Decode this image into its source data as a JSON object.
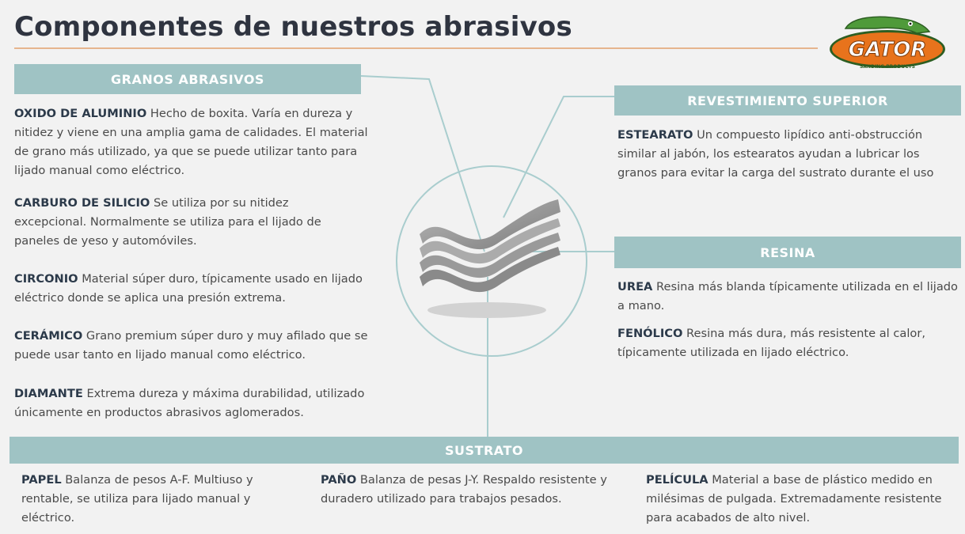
{
  "title": "Componentes de nuestros abrasivos",
  "logo": {
    "text": "GATOR",
    "tagline": "SANDING PRODUCTS"
  },
  "granos": {
    "header": "GRANOS ABRASIVOS",
    "items": [
      {
        "term": "OXIDO DE ALUMINIO",
        "desc": "Hecho de boxita. Varía en dureza y nitidez y viene en una amplia gama de calidades. El material de grano más utilizado, ya que se puede utilizar tanto para lijado manual como eléctrico."
      },
      {
        "term": "CARBURO DE SILICIO",
        "desc": "Se utiliza por su nitidez excepcional. Normalmente se utiliza para el lijado de paneles de yeso y automóviles."
      },
      {
        "term": "CIRCONIO",
        "desc": "Material súper duro, típicamente usado en lijado eléctrico donde se aplica una presión extrema."
      },
      {
        "term": "CERÁMICO",
        "desc": "Grano premium súper duro y muy afilado que se puede usar tanto en lijado manual como eléctrico."
      },
      {
        "term": "DIAMANTE",
        "desc": "Extrema dureza y máxima durabilidad, utilizado únicamente en productos abrasivos aglomerados."
      }
    ]
  },
  "revestimiento": {
    "header": "REVESTIMIENTO SUPERIOR",
    "items": [
      {
        "term": "ESTEARATO",
        "desc": "Un compuesto lipídico anti-obstrucción similar al jabón, los estearatos ayudan a lubricar los granos para evitar la carga del sustrato durante el uso"
      }
    ]
  },
  "resina": {
    "header": "RESINA",
    "items": [
      {
        "term": "UREA",
        "desc": "Resina más blanda típicamente utilizada en el lijado a mano."
      },
      {
        "term": "FENÓLICO",
        "desc": "Resina más dura, más resistente al calor, típicamente utilizada en lijado eléctrico."
      }
    ]
  },
  "sustrato": {
    "header": "SUSTRATO",
    "items": [
      {
        "term": "PAPEL",
        "desc": "Balanza de pesos A-F. Multiuso y rentable, se utiliza para lijado manual y eléctrico."
      },
      {
        "term": "PAÑO",
        "desc": "Balanza de pesas J-Y. Respaldo resistente y duradero utilizado para trabajos pesados."
      },
      {
        "term": "PELÍCULA",
        "desc": "Material a base de plástico medido en milésimas de pulgada. Extremadamente resistente para acabados de alto nivel."
      }
    ]
  },
  "colors": {
    "band": "#9fc3c4",
    "title": "#2f3440",
    "term": "#2c3a4a",
    "accent_rule": "#e6b58e",
    "logo_orange": "#e8731c",
    "logo_green": "#4f9a3a"
  }
}
